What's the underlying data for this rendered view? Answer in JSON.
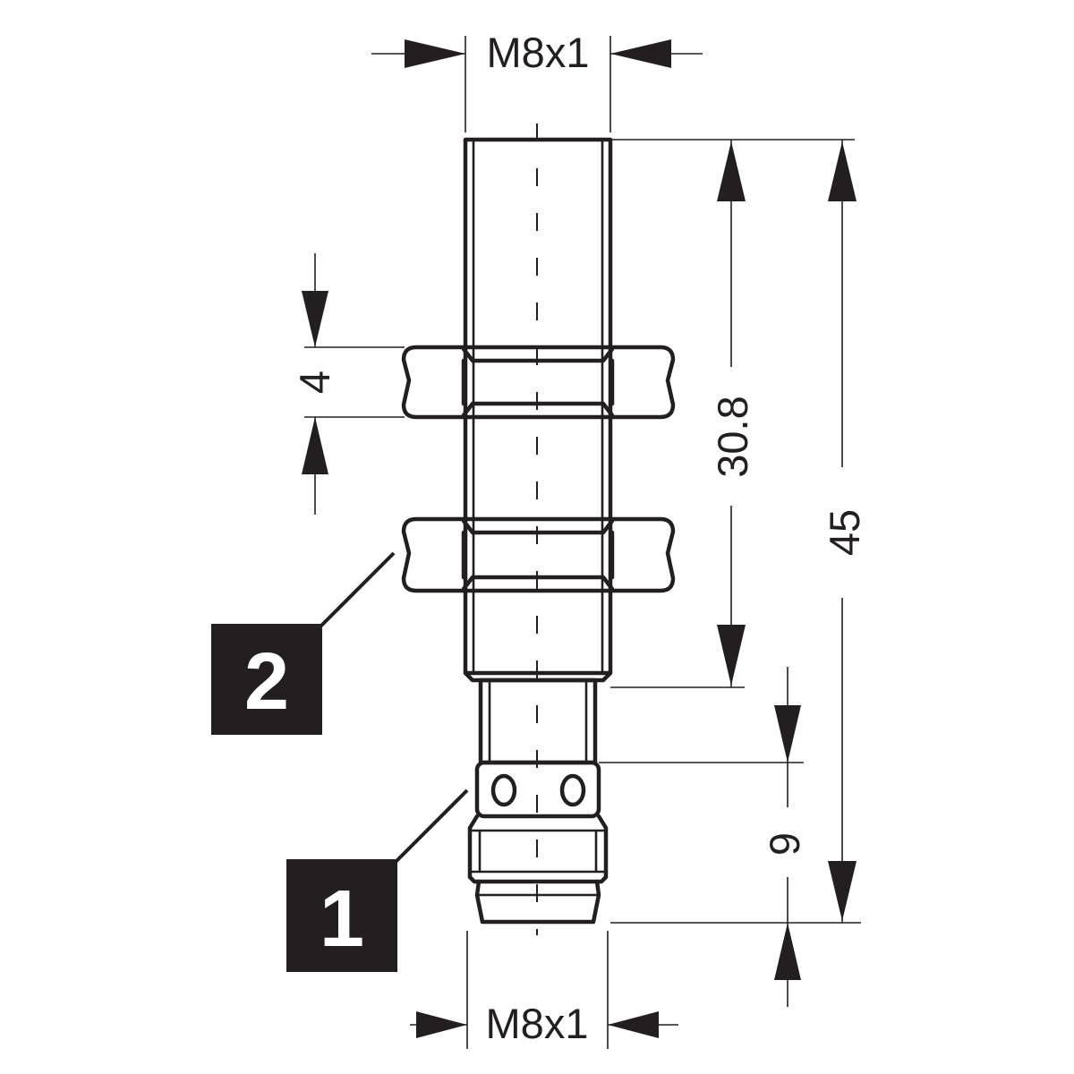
{
  "drawing": {
    "dimensions": {
      "top_thread": "M8x1",
      "bottom_thread": "M8x1",
      "nut_thickness": "4",
      "thread_length": "30.8",
      "overall_length": "45",
      "connector_length": "9"
    },
    "callouts": {
      "connector": "1",
      "nut": "2"
    },
    "colors": {
      "ink": "#231f20",
      "background": "#ffffff",
      "callout_text": "#ffffff"
    }
  }
}
